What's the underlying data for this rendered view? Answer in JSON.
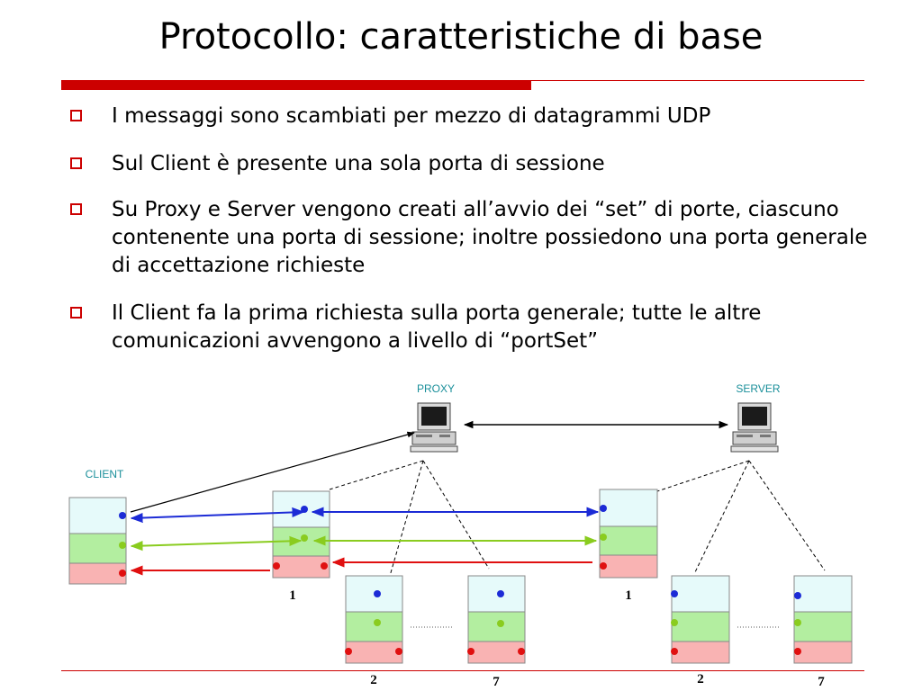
{
  "slide": {
    "title": "Protocollo: caratteristiche di base",
    "bullets": [
      "I messaggi sono scambiati per mezzo di datagrammi UDP",
      "Sul Client è presente una sola porta di sessione",
      "Su Proxy e Server vengono creati all’avvio dei “set” di porte, ciascuno contenente una porta di sessione; inoltre possiedono una porta generale di accettazione richieste",
      "Il Client fa la prima richiesta sulla porta generale; tutte le altre comunicazioni avvengono a livello di “portSet”"
    ]
  },
  "diagram": {
    "labels": {
      "proxy": "PROXY",
      "server": "SERVER",
      "client": "CLIENT"
    },
    "set_numbers": {
      "proxy_first": "1",
      "proxy_second": "2",
      "proxy_last": "7",
      "server_first": "1",
      "server_second": "2",
      "server_last": "7"
    }
  },
  "colors": {
    "accent_red": "#cc0000",
    "label_teal": "#1a8f9a",
    "port_top_fill": "#e6fafa",
    "port_mid_fill": "#b3eea0",
    "port_bot_fill": "#f9b3b3",
    "blue": "#1c2bd6",
    "green": "#8acc1f",
    "red": "#e01010"
  }
}
